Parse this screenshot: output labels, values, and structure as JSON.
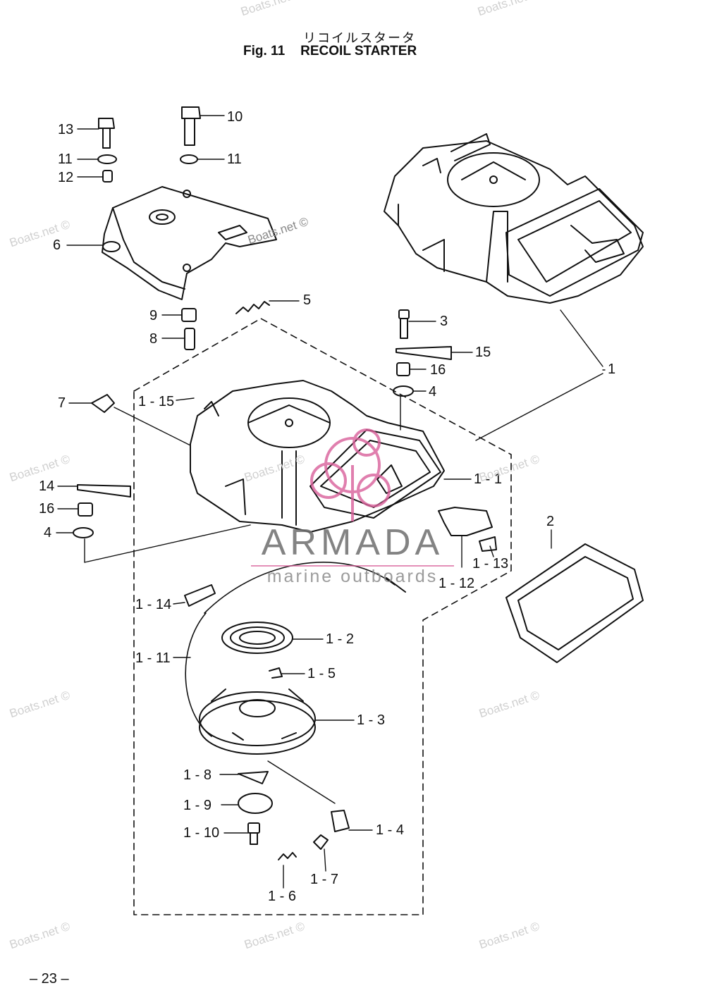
{
  "header": {
    "title_jp": "リコイルスタータ",
    "fig_label": "Fig. 11",
    "title": "RECOIL STARTER"
  },
  "callouts": [
    "13",
    "11",
    "12",
    "10",
    "11",
    "6",
    "5",
    "9",
    "8",
    "3",
    "15",
    "16",
    "4",
    "1",
    "7",
    "1 - 15",
    "14",
    "16",
    "4",
    "1 - 1",
    "2",
    "1 - 13",
    "1 - 12",
    "1 - 14",
    "1 - 2",
    "1 - 11",
    "1 - 5",
    "1 - 3",
    "1 - 8",
    "1 - 9",
    "1 - 10",
    "1 - 4",
    "1 - 7",
    "1 - 6"
  ],
  "watermarks": [
    "Boats.net ©",
    "Boats.net ©",
    "Boats.net ©",
    "Boats.net ©",
    "Boats.net ©",
    "Boats.net ©",
    "Boats.net ©",
    "Boats.net ©",
    "Boats.net ©",
    "Boats.net ©",
    "Boats.net ©",
    "Boats.net ©"
  ],
  "brand": {
    "name": "ARMADA",
    "tagline": "marine outboards",
    "accent": "#d9609a"
  },
  "footer": {
    "page_number": "– 23 –"
  }
}
